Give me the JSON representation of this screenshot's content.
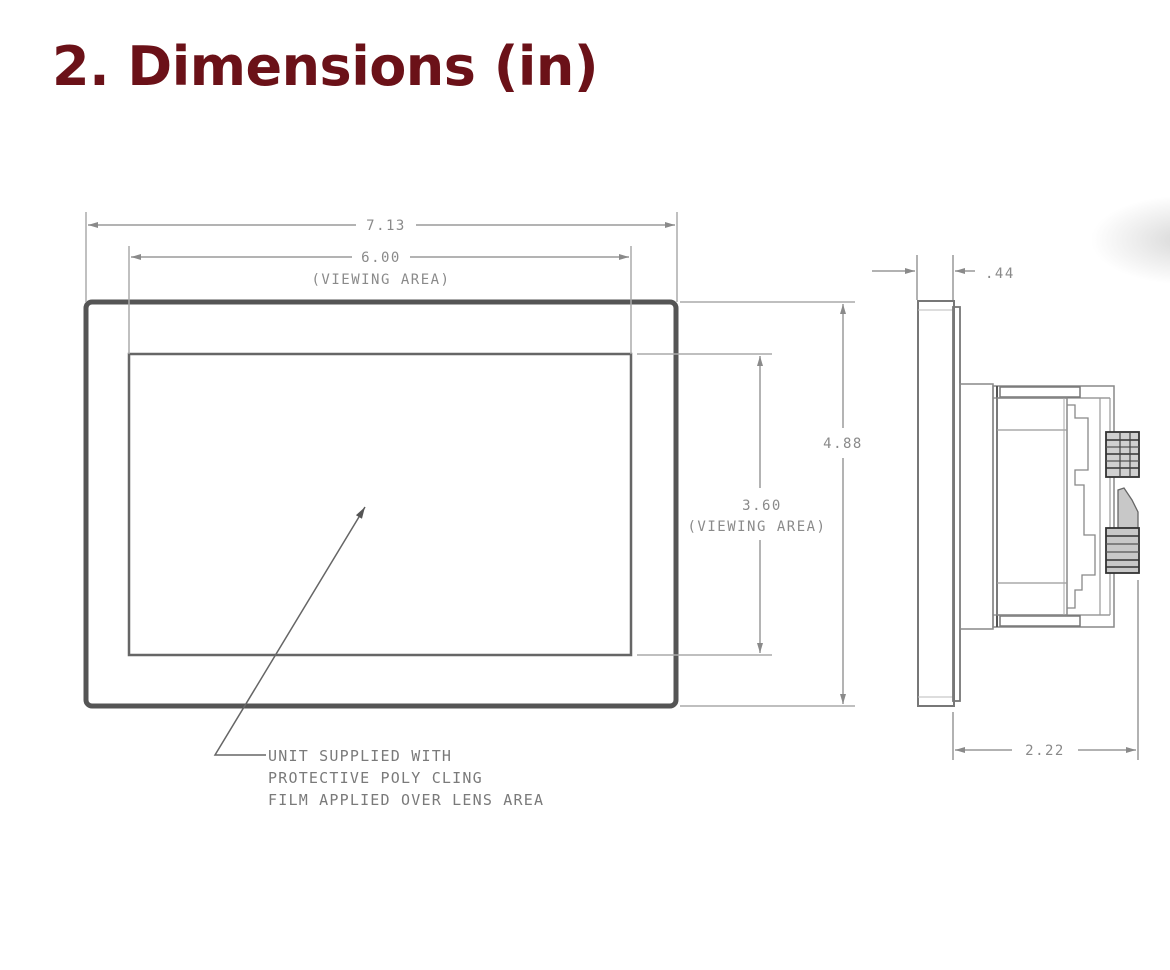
{
  "title": "2. Dimensions (in)",
  "colors": {
    "title": "#6b1118",
    "line_dark": "#4a4a4a",
    "line_light": "#9a9a9a",
    "text": "#8a8a8a"
  },
  "front_view": {
    "overall_width": "7.13",
    "viewing_width": "6.00",
    "viewing_width_label": "(VIEWING AREA)",
    "overall_height": "4.88",
    "viewing_height": "3.60",
    "viewing_height_label": "(VIEWING AREA)"
  },
  "side_view": {
    "bezel_depth": ".44",
    "total_depth": "2.22"
  },
  "note": {
    "line1": "UNIT SUPPLIED WITH",
    "line2": "PROTECTIVE POLY CLING",
    "line3": "FILM APPLIED OVER LENS AREA"
  }
}
